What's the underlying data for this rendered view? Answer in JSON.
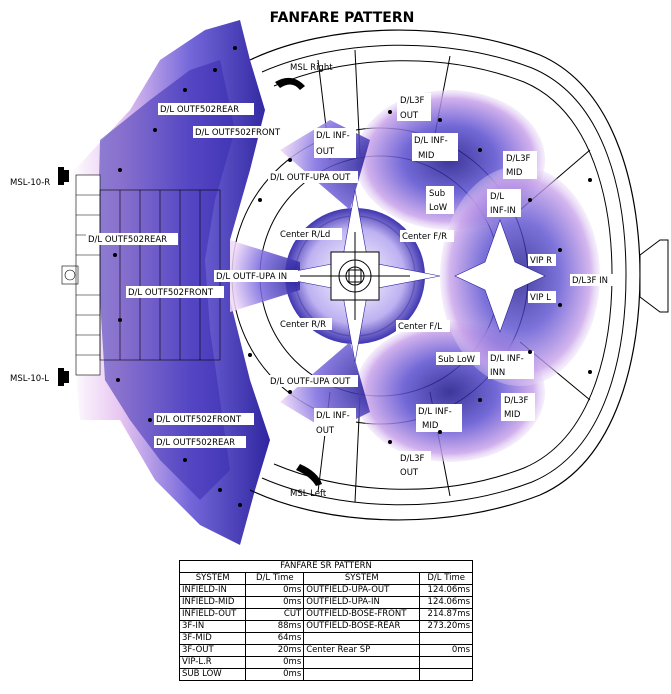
{
  "title": "FANFARE PATTERN",
  "labels": {
    "msl_right": "MSL Right",
    "msl_left": "MSL Left",
    "msl10r": "MSL-10-R",
    "msl10l": "MSL-10-L",
    "outf502rear_top": "D/L OUTF502REAR",
    "outf502front_top": "D/L OUTF502FRONT",
    "outf502rear_mid": "D/L OUTF502REAR",
    "outf502front_mid": "D/L OUTF502FRONT",
    "outf502front_bot": "D/L OUTF502FRONT",
    "outf502rear_bot": "D/L OUTF502REAR",
    "upa_out_top": "D/L OUTF-UPA OUT",
    "upa_in": "D/L OUTF-UPA IN",
    "upa_out_bot": "D/L OUTF-UPA OUT",
    "inf_out_top_1": "D/L INF-",
    "inf_out_top_2": "OUT",
    "inf_mid_top_1": "D/L INF-",
    "inf_mid_top_2": "MID",
    "inf_out_bot_1": "D/L INF-",
    "inf_out_bot_2": "OUT",
    "inf_mid_bot_1": "D/L INF-",
    "inf_mid_bot_2": "MID",
    "l3f_out_top_1": "D/L3F",
    "l3f_out_top_2": "OUT",
    "l3f_mid_top_1": "D/L3F",
    "l3f_mid_top_2": "MID",
    "l3f_out_bot_1": "D/L3F",
    "l3f_out_bot_2": "OUT",
    "l3f_mid_bot_1": "D/L3F",
    "l3f_mid_bot_2": "MID",
    "sublow_top_1": "Sub",
    "sublow_top_2": "LoW",
    "sublow_bot": "Sub LoW",
    "infin_top_1": "D/L",
    "infin_top_2": "INF-IN",
    "infin_bot_1": "D/L INF-",
    "infin_bot_2": "INN",
    "center_rld": "Center R/Ld",
    "center_fr": "Center F/R",
    "center_rr": "Center R/R",
    "center_fl": "Center F/L",
    "vip_r": "VIP R",
    "vip_l": "VIP L",
    "l3f_in": "D/L3F IN"
  },
  "table": {
    "caption": "FANFARE   SR PATTERN",
    "headers": [
      "SYSTEM",
      "D/L Time",
      "SYSTEM",
      "D/L Time"
    ],
    "rows": [
      [
        "INFIELD-IN",
        "0ms",
        "OUTFIELD-UPA-OUT",
        "124.06ms"
      ],
      [
        "INFIELD-MID",
        "0ms",
        "OUTFIELD-UPA-IN",
        "124.06ms"
      ],
      [
        "INFIELD-OUT",
        "CUT",
        "OUTFIELD-BOSE-FRONT",
        "214.87ms"
      ],
      [
        "3F-IN",
        "88ms",
        "OUTFIELD-BOSE-REAR",
        "273.20ms"
      ],
      [
        "3F-MID",
        "64ms",
        "",
        ""
      ],
      [
        "3F-OUT",
        "20ms",
        "Center Rear SP",
        "0ms"
      ],
      [
        "VIP-L.R",
        "0ms",
        "",
        ""
      ],
      [
        "SUB LOW",
        "0ms",
        "",
        ""
      ]
    ]
  },
  "colors": {
    "coverage_dark": "#2a1f9e",
    "coverage_light": "#d8a6e8",
    "line": "#000000"
  }
}
